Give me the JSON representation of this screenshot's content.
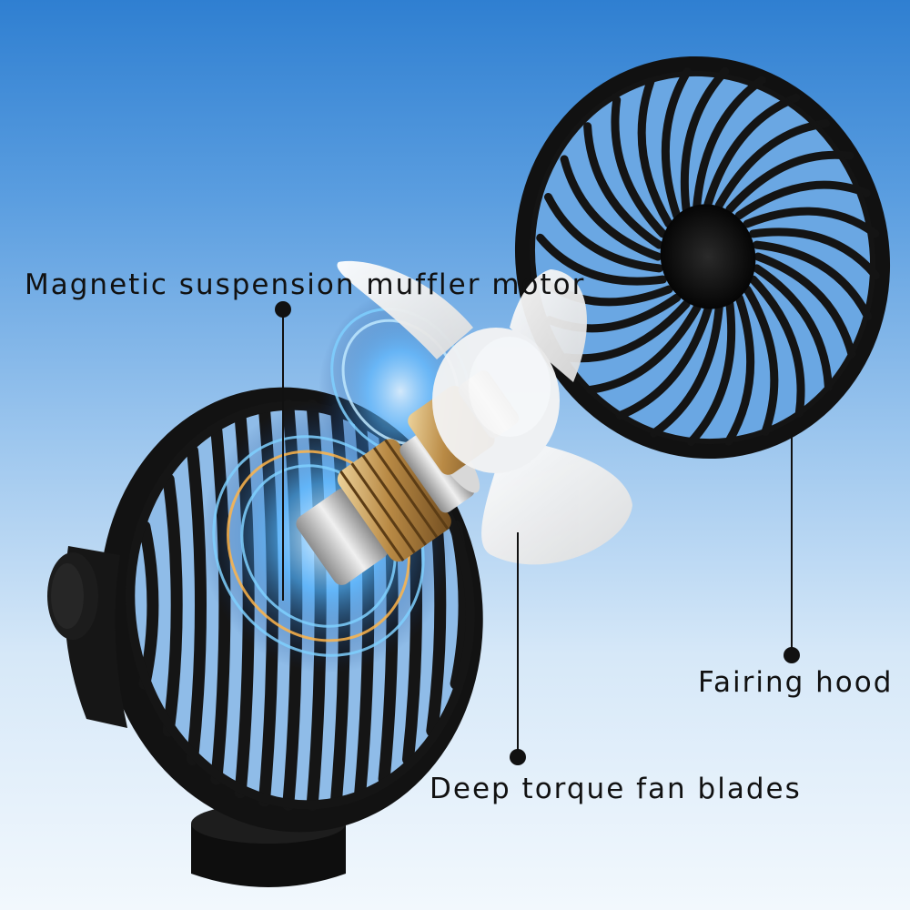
{
  "callouts": {
    "motor": "Magnetic suspension muffler motor",
    "hood": "Fairing hood",
    "blades": "Deep torque fan blades"
  },
  "colors": {
    "background_top": "#2f7fd1",
    "background_bottom": "#f2f8fd",
    "fan_body": "#141414",
    "blades": "#f1f1f1",
    "motor_copper": "#b98a45",
    "energy_glow": "#4fb2ff",
    "leader_line": "#111111"
  }
}
